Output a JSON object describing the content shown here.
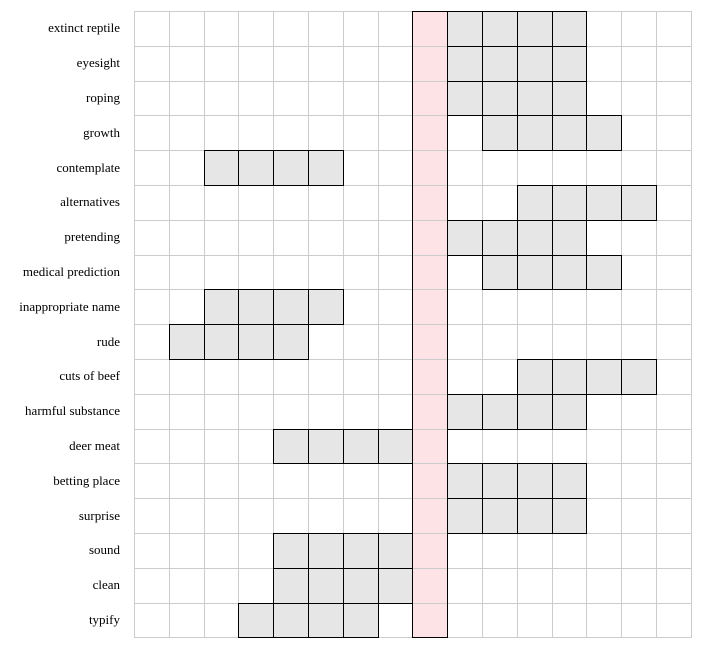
{
  "puzzle": {
    "columns": 16,
    "highlight_column": 8,
    "highlight_color": "#fde3e6",
    "filled_color": "#e6e6e6",
    "grid_line_color": "#cccccc",
    "rows": [
      {
        "clue": "extinct reptile",
        "start": 9,
        "length": 4
      },
      {
        "clue": "eyesight",
        "start": 9,
        "length": 4
      },
      {
        "clue": "roping",
        "start": 9,
        "length": 4
      },
      {
        "clue": "growth",
        "start": 10,
        "length": 4
      },
      {
        "clue": "contemplate",
        "start": 2,
        "length": 4
      },
      {
        "clue": "alternatives",
        "start": 11,
        "length": 4
      },
      {
        "clue": "pretending",
        "start": 9,
        "length": 4
      },
      {
        "clue": "medical prediction",
        "start": 10,
        "length": 4
      },
      {
        "clue": "inappropriate name",
        "start": 2,
        "length": 4
      },
      {
        "clue": "rude",
        "start": 1,
        "length": 4
      },
      {
        "clue": "cuts of beef",
        "start": 11,
        "length": 4
      },
      {
        "clue": "harmful substance",
        "start": 9,
        "length": 4
      },
      {
        "clue": "deer meat",
        "start": 4,
        "length": 4
      },
      {
        "clue": "betting place",
        "start": 9,
        "length": 4
      },
      {
        "clue": "surprise",
        "start": 9,
        "length": 4
      },
      {
        "clue": "sound",
        "start": 4,
        "length": 4
      },
      {
        "clue": "clean",
        "start": 4,
        "length": 4
      },
      {
        "clue": "typify",
        "start": 3,
        "length": 4
      }
    ]
  }
}
